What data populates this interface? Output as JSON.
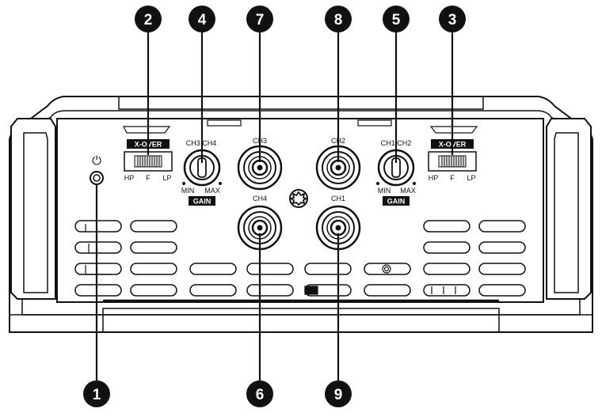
{
  "callouts": [
    "1",
    "2",
    "3",
    "4",
    "5",
    "6",
    "7",
    "8",
    "9"
  ],
  "xover_left": {
    "title": "X-OVER",
    "hp": "HP",
    "f": "F",
    "lp": "LP"
  },
  "xover_right": {
    "title": "X-OVER",
    "hp": "HP",
    "f": "F",
    "lp": "LP"
  },
  "gain_left": {
    "top": "CH3 CH4",
    "min": "MIN",
    "max": "MAX",
    "title": "GAIN"
  },
  "gain_right": {
    "top": "CH1 CH2",
    "min": "MIN",
    "max": "MAX",
    "title": "GAIN"
  },
  "rca": {
    "ch3": "CH3",
    "ch2": "CH2",
    "ch4": "CH4",
    "ch1": "CH1"
  },
  "power_symbol": "⏻",
  "colors": {
    "ink": "#111111",
    "paper": "#ffffff",
    "grey": "#e6e6e6"
  }
}
